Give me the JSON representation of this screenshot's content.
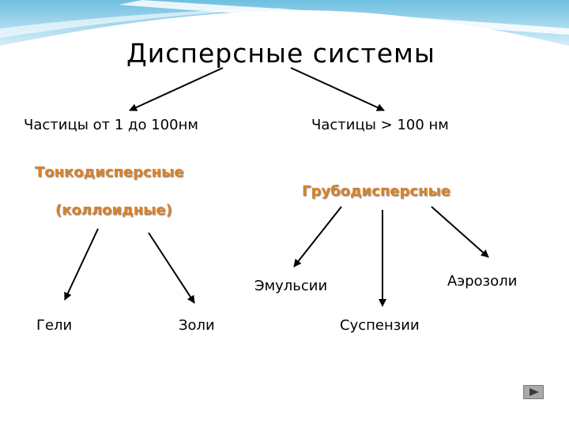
{
  "slide": {
    "title": "Дисперсные системы",
    "left_branch": {
      "condition": "Частицы от 1 до 100нм",
      "type_line1": "Тонкодисперсные",
      "type_line2": "(коллоидные)",
      "children": [
        "Гели",
        "Золи"
      ]
    },
    "right_branch": {
      "condition": "Частицы  > 100 нм",
      "type": "Грубодисперсные",
      "children": [
        "Эмульсии",
        "Суспензии",
        "Аэрозоли"
      ]
    },
    "nav": {
      "next_icon": "play-triangle-icon"
    }
  },
  "colors": {
    "accent_text": "#d9822b",
    "wave_light": "#bfe6f4",
    "wave_mid": "#7cc6e3",
    "wave_white": "#ffffff"
  }
}
